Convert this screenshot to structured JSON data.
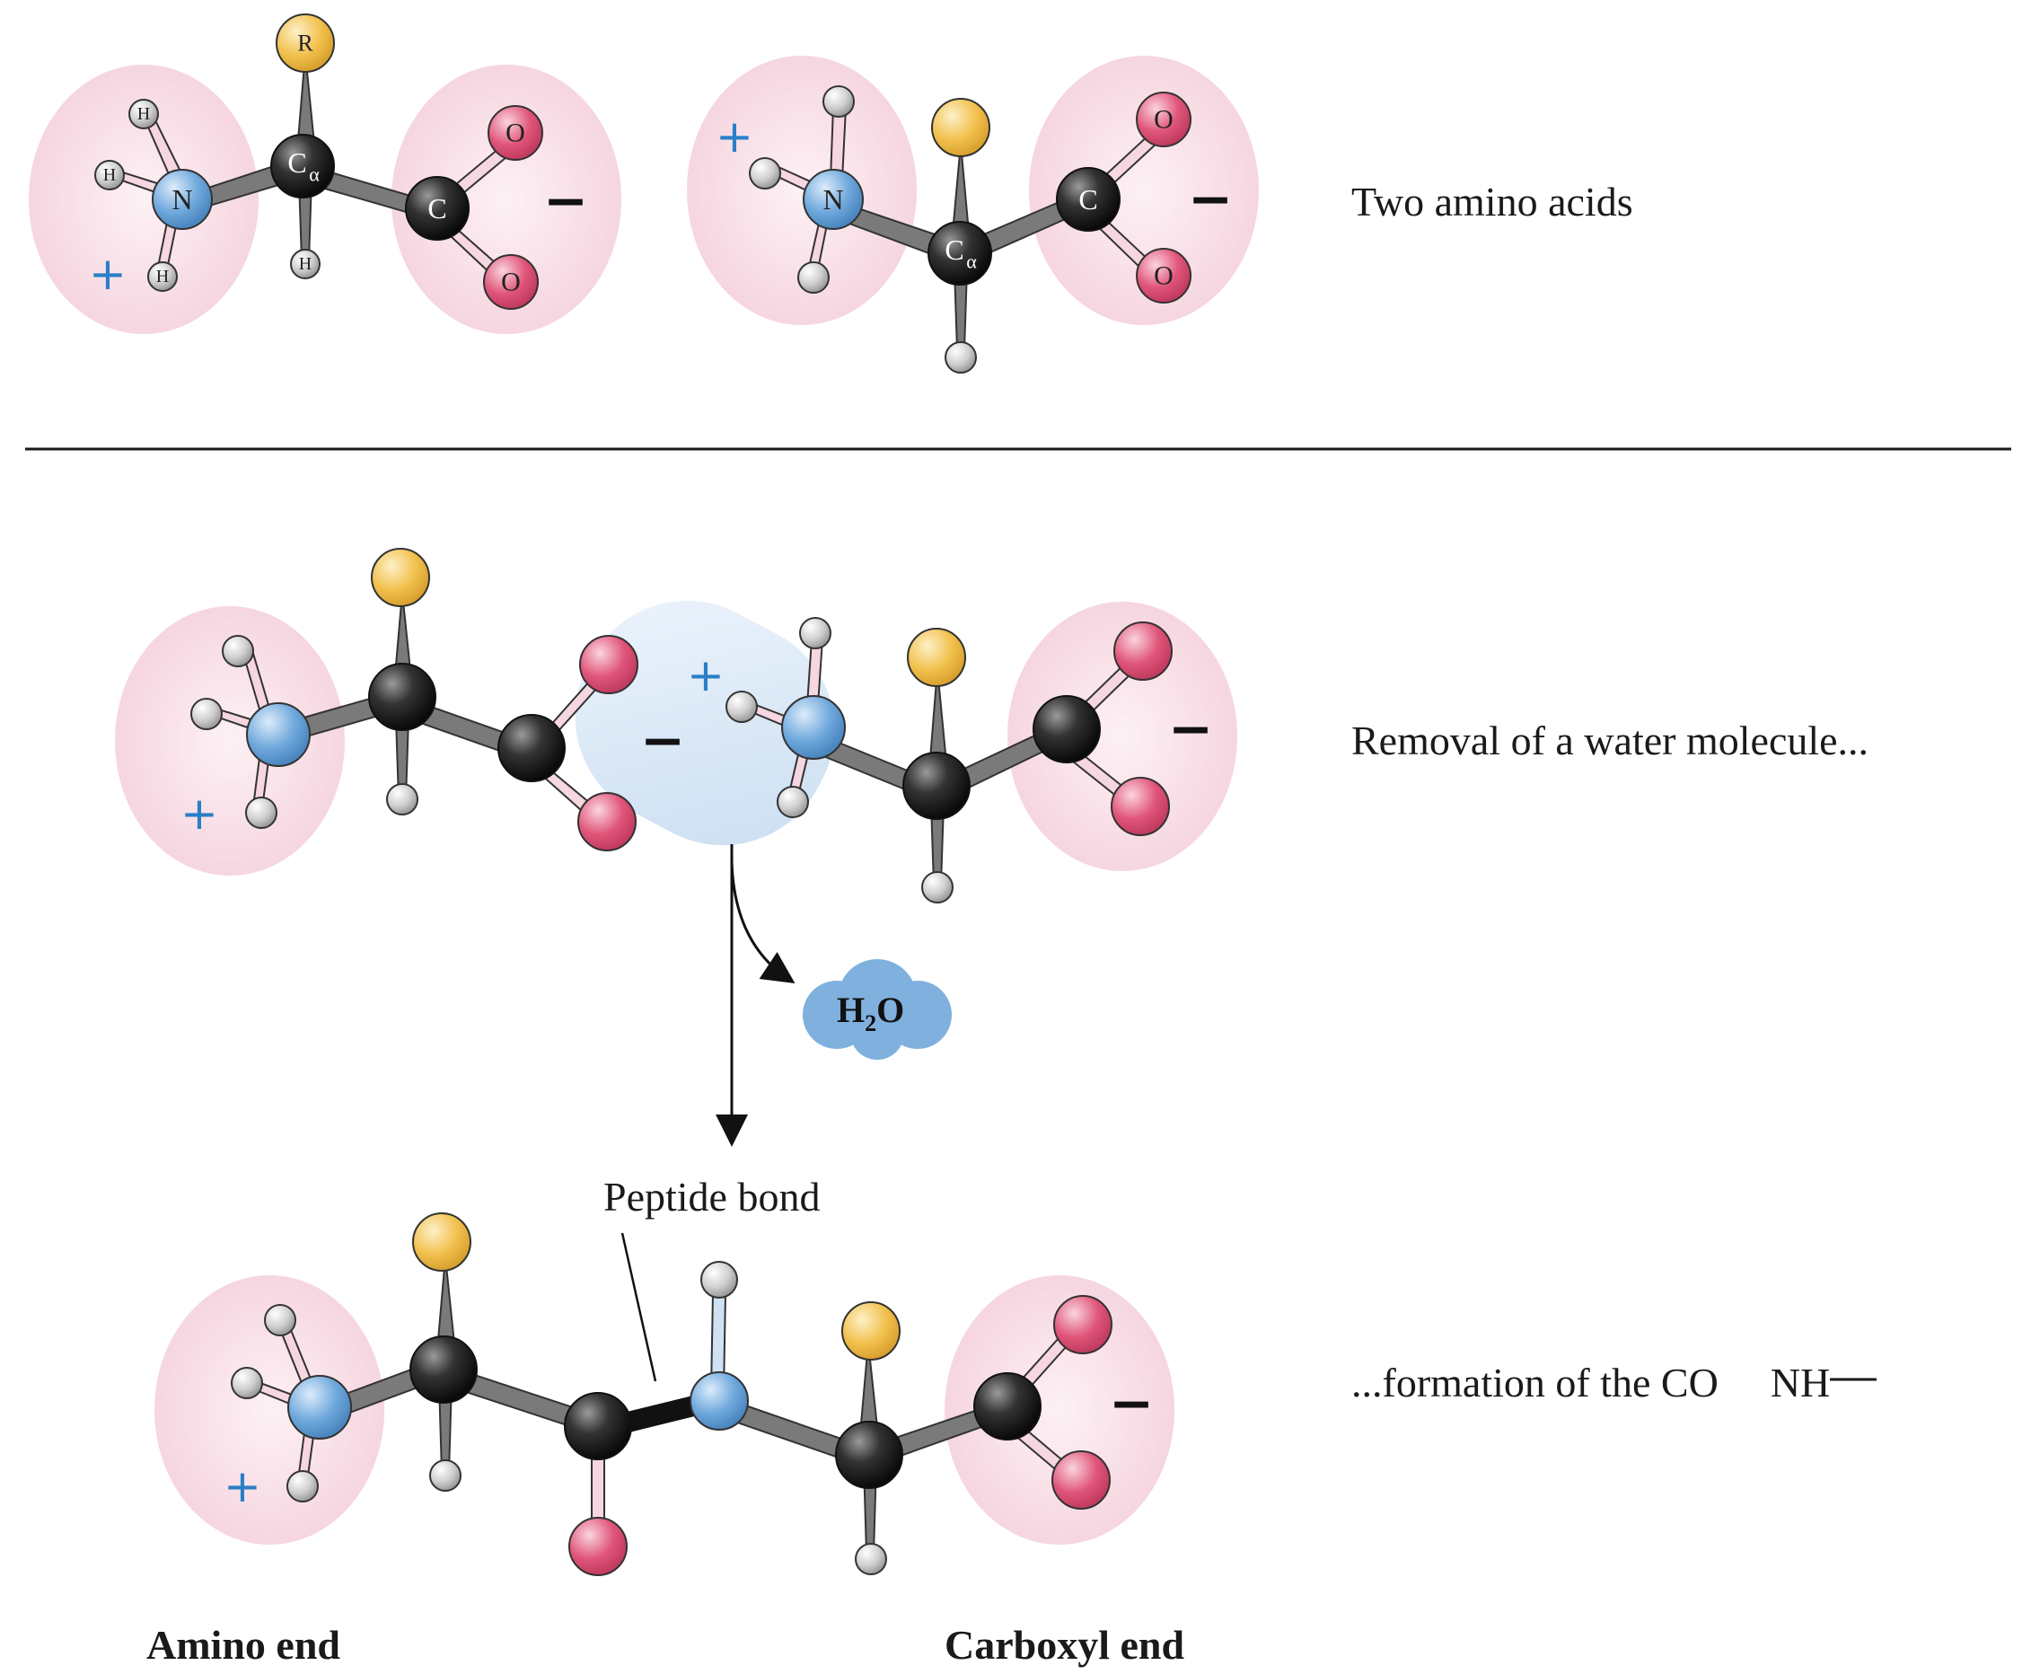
{
  "captions": {
    "two_amino_acids": "Two amino acids",
    "removal_water": "Removal of a water molecule...",
    "formation_prefix": "...formation of the CO",
    "formation_suffix": "NH",
    "peptide_bond": "Peptide bond",
    "amino_end": "Amino end",
    "carboxyl_end": "Carboxyl end"
  },
  "water": {
    "h": "H",
    "sub": "2",
    "o": "O"
  },
  "atom_labels": {
    "hydrogen": "H",
    "nitrogen": "N",
    "carbon": "C",
    "oxygen": "O",
    "r_group": "R",
    "alpha": "α"
  },
  "charges": {
    "plus": "+",
    "minus": "−"
  },
  "colors": {
    "nitrogen": "#6fa8dc",
    "carbon": "#1f1f1f",
    "oxygen": "#e0567a",
    "hydrogen": "#d0d0d0",
    "r_group": "#f2c14e",
    "charge_halo": "#fbe3ea",
    "water_halo": "#d7e6f5",
    "water_blob": "#7fb0de",
    "plus_sign": "#2a7fc6"
  }
}
